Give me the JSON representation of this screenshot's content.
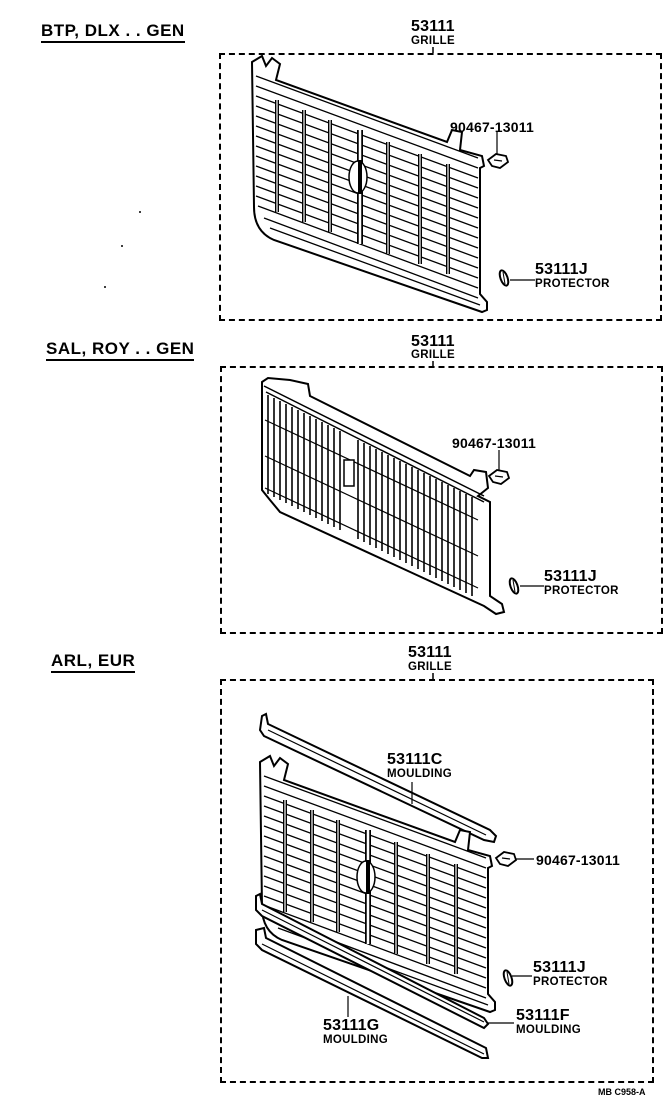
{
  "sections": [
    {
      "title": "BTP, DLX . . GEN",
      "assembly": {
        "part_number": "53111",
        "name": "GRILLE"
      },
      "parts": [
        {
          "part_number": "90467-13011",
          "name": ""
        },
        {
          "part_number": "53111J",
          "name": "PROTECTOR"
        }
      ]
    },
    {
      "title": "SAL, ROY . . GEN",
      "assembly": {
        "part_number": "53111",
        "name": "GRILLE"
      },
      "parts": [
        {
          "part_number": "90467-13011",
          "name": ""
        },
        {
          "part_number": "53111J",
          "name": "PROTECTOR"
        }
      ]
    },
    {
      "title": "ARL, EUR",
      "assembly": {
        "part_number": "53111",
        "name": "GRILLE"
      },
      "parts": [
        {
          "part_number": "53111C",
          "name": "MOULDING"
        },
        {
          "part_number": "90467-13011",
          "name": ""
        },
        {
          "part_number": "53111J",
          "name": "PROTECTOR"
        },
        {
          "part_number": "53111F",
          "name": "MOULDING"
        },
        {
          "part_number": "53111G",
          "name": "MOULDING"
        }
      ]
    }
  ],
  "footer": {
    "code": "MB  C958-A"
  }
}
